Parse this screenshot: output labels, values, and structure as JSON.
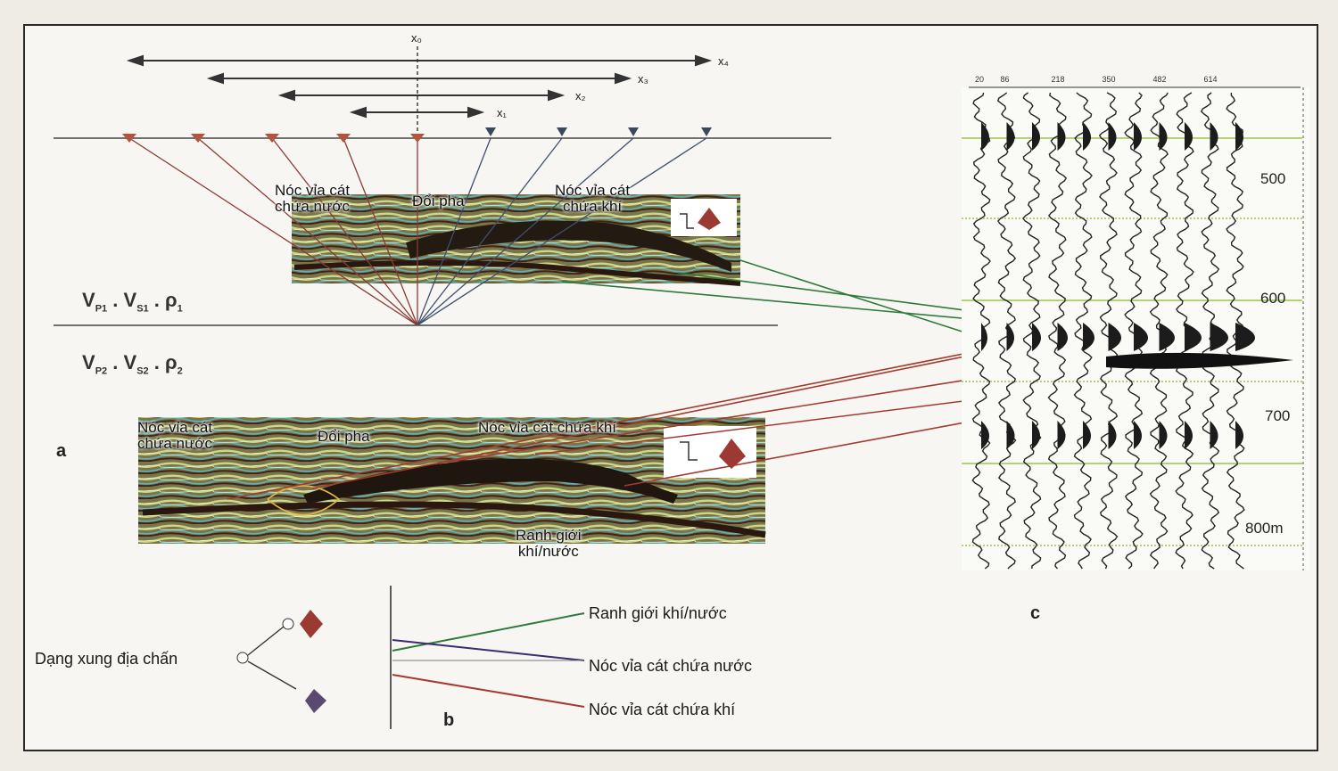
{
  "offsets": {
    "x0": "x₀",
    "x1": "x₁",
    "x2": "x₂",
    "x3": "x₃",
    "x4": "x₄"
  },
  "panel_a": {
    "top": {
      "water_top": "Nóc vỉa cát\nchứa nước",
      "phase_reversal": "Đổi pha",
      "gas_top": "Nóc vỉa cát\nchứa khí"
    },
    "layer1": {
      "vp": "V",
      "vp_sub": "P1",
      "vs": "V",
      "vs_sub": "S1",
      "rho": "ρ",
      "rho_sub": "1"
    },
    "layer2": {
      "vp": "V",
      "vp_sub": "P2",
      "vs": "V",
      "vs_sub": "S2",
      "rho": "ρ",
      "rho_sub": "2"
    },
    "label": "a",
    "bottom": {
      "water_top": "Nóc vỉa cát\nchứa nước",
      "phase_reversal": "Đổi pha",
      "gas_top": "Nóc vỉa cát chứa khí",
      "contact": "Ranh giới\nkhí/nước"
    }
  },
  "panel_b": {
    "label": "b",
    "pulse_label": "Dạng xung địa chấn",
    "legend": [
      {
        "text": "Ranh giới khí/nước",
        "color": "#2f7a3b"
      },
      {
        "text": "Nóc vỉa cát chứa nước",
        "color": "#3a2c6e"
      },
      {
        "text": "Nóc vỉa cát chứa khí",
        "color": "#a33a2e"
      }
    ]
  },
  "panel_c": {
    "label": "c",
    "trace_offsets": [
      "20",
      "86",
      "",
      "218",
      "",
      "350",
      "",
      "482",
      "",
      "614",
      ""
    ],
    "depth_ticks": [
      "500",
      "600",
      "700",
      "800m"
    ]
  },
  "colors": {
    "gas_water_contact": "#2f7a3b",
    "water_sand_top": "#3a2c6e",
    "gas_sand_top": "#a33a2e",
    "seismic_bg": "#6b6a3a"
  }
}
